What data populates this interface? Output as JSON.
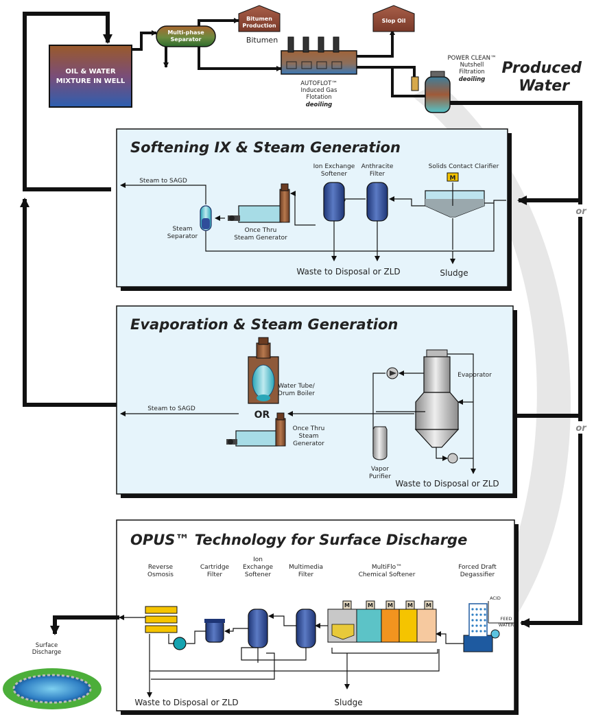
{
  "top": {
    "well": [
      "OIL & WATER",
      "MIXTURE IN WELL"
    ],
    "separator": [
      "Multi-phase",
      "Separator"
    ],
    "bitumen_production": [
      "Bitumen",
      "Production"
    ],
    "bitumen": "Bitumen",
    "slop_oil": "Slop Oil",
    "autoflot": [
      "AUTOFLOT™",
      "Induced Gas",
      "Flotation"
    ],
    "autoflot_deoiling": "deoiling",
    "powerclean": [
      "POWER CLEAN™",
      "Nutshell",
      "Filtration"
    ],
    "powerclean_deoiling": "deoiling",
    "produced_water": [
      "Produced",
      "Water"
    ],
    "or": "or"
  },
  "panel1": {
    "title": "Softening IX & Steam Generation",
    "steam_to_sagd": "Steam to SAGD",
    "steam_separator": [
      "Steam",
      "Separator"
    ],
    "once_thru": [
      "Once Thru",
      "Steam Generator"
    ],
    "ion_exchange": [
      "Ion Exchange",
      "Softener"
    ],
    "anthracite": [
      "Anthracite",
      "Filter"
    ],
    "clarifier": "Solids Contact Clarifier",
    "motor": "M",
    "waste": "Waste to Disposal or ZLD",
    "sludge": "Sludge"
  },
  "panel2": {
    "title": "Evaporation & Steam Generation",
    "steam_to_sagd": "Steam to SAGD",
    "boiler": [
      "Water Tube/",
      "Drum Boiler"
    ],
    "or_label": "OR",
    "once_thru": [
      "Once Thru",
      "Steam",
      "Generator"
    ],
    "evaporator": "Evaporator",
    "vapor_purifier": [
      "Vapor",
      "Purifier"
    ],
    "waste": "Waste to Disposal or ZLD"
  },
  "panel3": {
    "title": "OPUS™ Technology for Surface Discharge",
    "reverse_osmosis": [
      "Reverse",
      "Osmosis"
    ],
    "cartridge": [
      "Cartridge",
      "Filter"
    ],
    "ion_exchange": [
      "Ion",
      "Exchange",
      "Softener"
    ],
    "multimedia": [
      "Multimedia",
      "Filter"
    ],
    "multiflo": [
      "MultiFlo™",
      "Chemical Softener"
    ],
    "degassifier": [
      "Forced Draft",
      "Degassifier"
    ],
    "acid": "ACID",
    "feed_water": [
      "FEED",
      "WATER"
    ],
    "motor": "M",
    "waste": "Waste to Disposal or ZLD",
    "sludge": "Sludge"
  },
  "discharge": [
    "Surface",
    "Discharge"
  ],
  "colors": {
    "panel_fill": "#e6f4fb",
    "panel3_fill": "#ffffff",
    "line": "#111111",
    "vessel_blue": "#2f4d9a",
    "copper": "#8e5a3a",
    "teal": "#5cc3c7",
    "orange": "#f2941f",
    "yellow": "#f5c400",
    "peach": "#f6c99f"
  }
}
